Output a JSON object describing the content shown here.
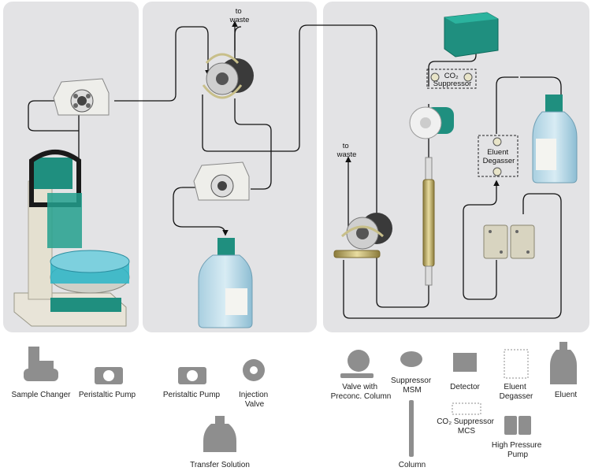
{
  "annotations": {
    "to_waste_top": "to\nwaste",
    "to_waste_mid": "to\nwaste",
    "co2_suppressor": "CO₂\nSuppressor",
    "eluent_degasser": "Eluent\nDegasser"
  },
  "legend": {
    "sample_changer": "Sample Changer",
    "peristaltic_pump_1": "Peristaltic Pump",
    "peristaltic_pump_2": "Peristaltic Pump",
    "injection_valve": "Injection\nValve",
    "transfer_solution": "Transfer Solution",
    "valve_preconc": "Valve with\nPreconc. Column",
    "suppressor_msm": "Suppressor\nMSM",
    "column": "Column",
    "detector": "Detector",
    "co2_suppressor_mcs": "CO₂ Suppressor\nMCS",
    "eluent_degasser": "Eluent\nDegasser",
    "high_pressure_pump": "High Pressure\nPump",
    "eluent": "Eluent"
  },
  "colors": {
    "panel": "#e3e3e5",
    "teal": "#1f8f7f",
    "dark_teal": "#0f6a5c",
    "bottle_blue": "#b9d7e4",
    "icon_gray": "#8e8e8e"
  }
}
